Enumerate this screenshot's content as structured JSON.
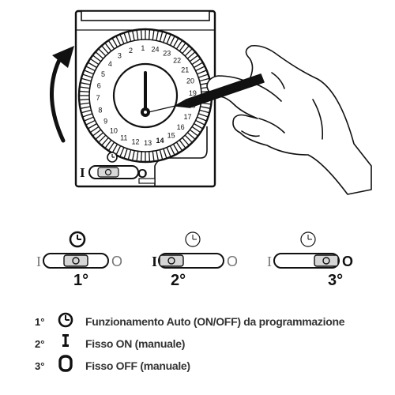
{
  "dial": {
    "hours_outer": [
      "1",
      "2",
      "3",
      "4",
      "5",
      "6",
      "7",
      "8",
      "9",
      "10",
      "11",
      "12",
      "13",
      "14",
      "15",
      "16",
      "17",
      "18",
      "19",
      "20",
      "21",
      "22",
      "23",
      "24"
    ]
  },
  "device_switch": {
    "left_mark": "I",
    "right_mark": "O"
  },
  "positions": [
    {
      "label": "1°",
      "left_mark": "I",
      "right_mark": "O"
    },
    {
      "label": "2°",
      "left_mark": "I",
      "right_mark": "O"
    },
    {
      "label": "3°",
      "left_mark": "I",
      "right_mark": "O"
    }
  ],
  "legend": [
    {
      "num": "1°",
      "symbol": "clock-icon",
      "text": "Funzionamento Auto (ON/OFF) da programmazione"
    },
    {
      "num": "2°",
      "symbol": "on-bar-icon",
      "text": "Fisso ON (manuale)"
    },
    {
      "num": "3°",
      "symbol": "off-ring-icon",
      "text": "Fisso OFF (manuale)"
    }
  ],
  "colors": {
    "line": "#111111",
    "gray": "#9a9a9a",
    "light": "#e6e6e6"
  }
}
